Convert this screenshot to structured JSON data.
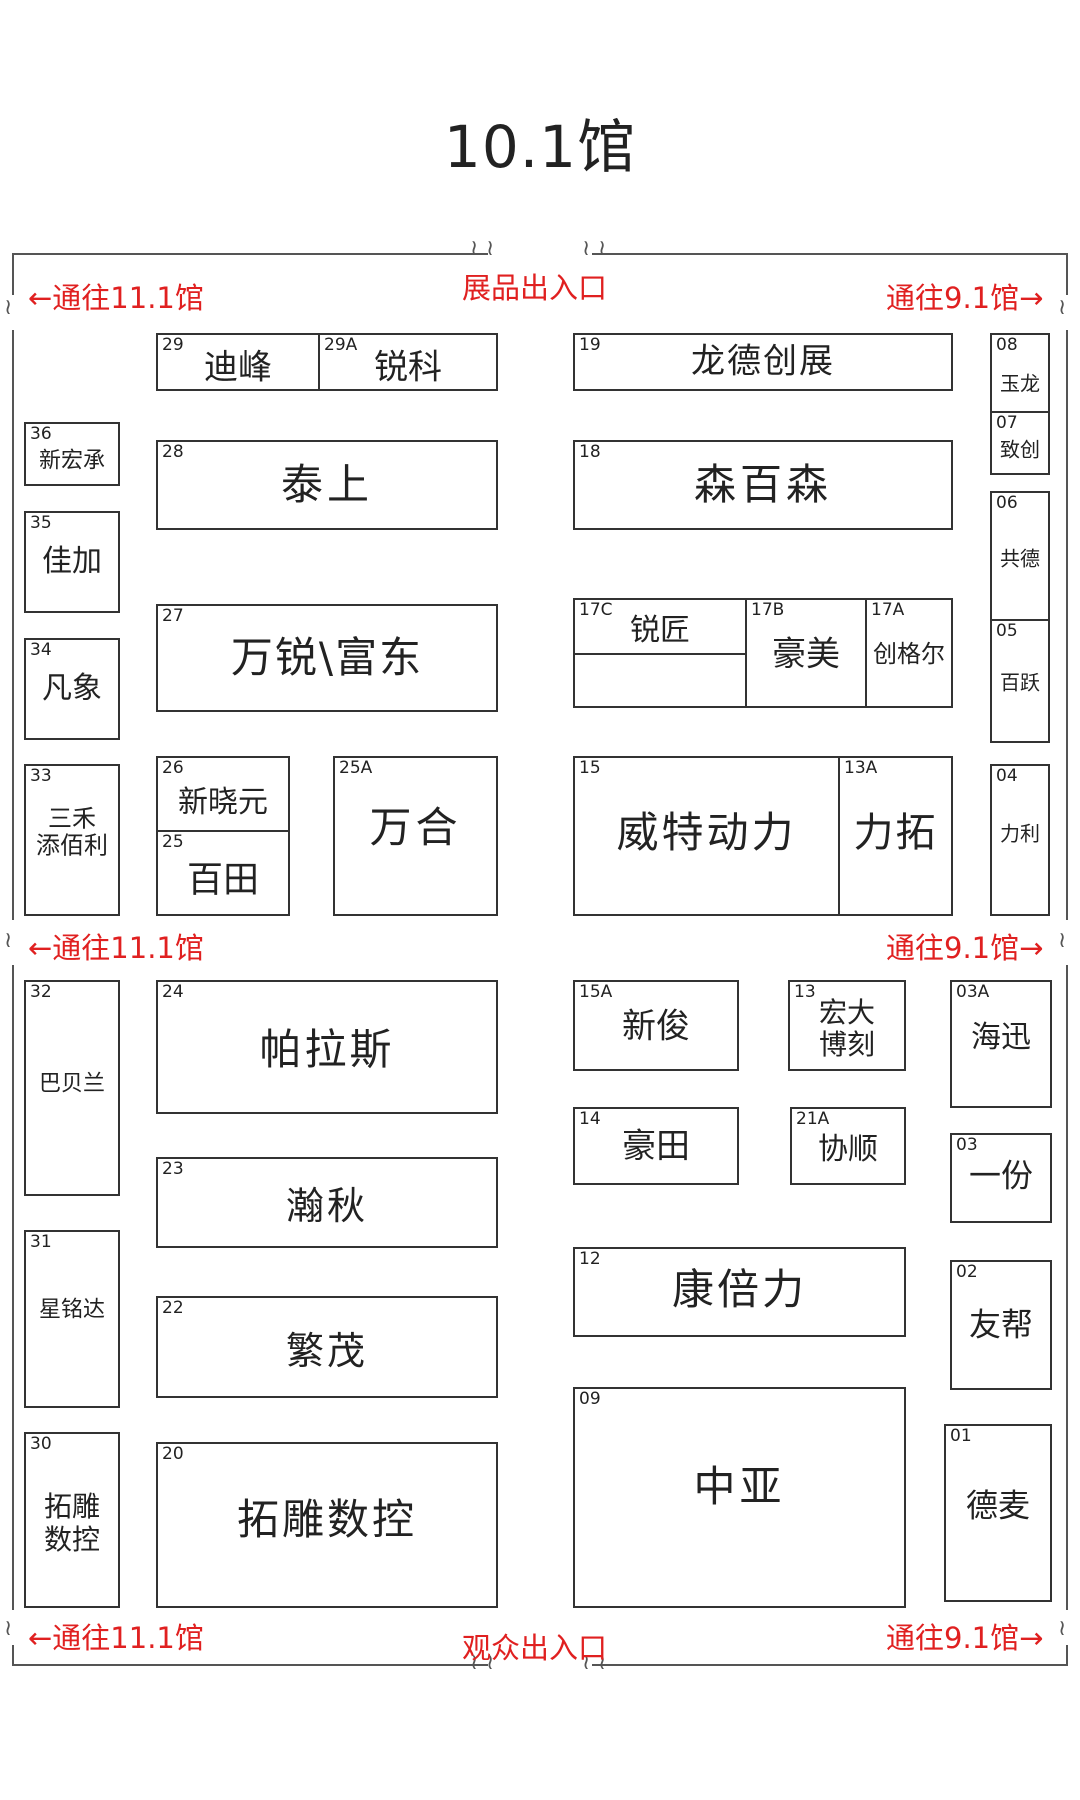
{
  "title": "10.1馆",
  "labels": {
    "exhibit_entrance": "展品出入口",
    "visitor_entrance": "观众出入口",
    "to_hall_11": "←通往11.1馆",
    "to_hall_9": "通往9.1馆→"
  },
  "colors": {
    "label_red": "#e02020",
    "line": "#333333"
  },
  "booths": [
    {
      "id": "29",
      "name": "迪峰"
    },
    {
      "id": "29A",
      "name": "锐科"
    },
    {
      "id": "28",
      "name": "泰上"
    },
    {
      "id": "27",
      "name": "万锐\\富东"
    },
    {
      "id": "26",
      "name": "新晓元"
    },
    {
      "id": "25",
      "name": "百田"
    },
    {
      "id": "25A",
      "name": "万合"
    },
    {
      "id": "36",
      "name": "新宏承"
    },
    {
      "id": "35",
      "name": "佳加"
    },
    {
      "id": "34",
      "name": "凡象"
    },
    {
      "id": "33",
      "name": "三禾\n添佰利"
    },
    {
      "id": "19",
      "name": "龙德创展"
    },
    {
      "id": "18",
      "name": "森百森"
    },
    {
      "id": "17C",
      "name": "锐匠"
    },
    {
      "id": "17B",
      "name": "豪美"
    },
    {
      "id": "17A",
      "name": "创格尔"
    },
    {
      "id": "15",
      "name": "威特动力"
    },
    {
      "id": "13A",
      "name": "力拓"
    },
    {
      "id": "08",
      "name": "玉龙"
    },
    {
      "id": "07",
      "name": "致创"
    },
    {
      "id": "06",
      "name": "共德"
    },
    {
      "id": "05",
      "name": "百跃"
    },
    {
      "id": "04",
      "name": "力利"
    },
    {
      "id": "32",
      "name": "巴贝兰"
    },
    {
      "id": "31",
      "name": "星铭达"
    },
    {
      "id": "30",
      "name": "拓雕\n数控"
    },
    {
      "id": "24",
      "name": "帕拉斯"
    },
    {
      "id": "23",
      "name": "瀚秋"
    },
    {
      "id": "22",
      "name": "繁茂"
    },
    {
      "id": "20",
      "name": "拓雕数控"
    },
    {
      "id": "15A",
      "name": "新俊"
    },
    {
      "id": "13",
      "name": "宏大\n博刻"
    },
    {
      "id": "14",
      "name": "豪田"
    },
    {
      "id": "21A",
      "name": "协顺"
    },
    {
      "id": "12",
      "name": "康倍力"
    },
    {
      "id": "09",
      "name": "中亚"
    },
    {
      "id": "03A",
      "name": "海迅"
    },
    {
      "id": "03",
      "name": "一份"
    },
    {
      "id": "02",
      "name": "友帮"
    },
    {
      "id": "01",
      "name": "德麦"
    }
  ]
}
